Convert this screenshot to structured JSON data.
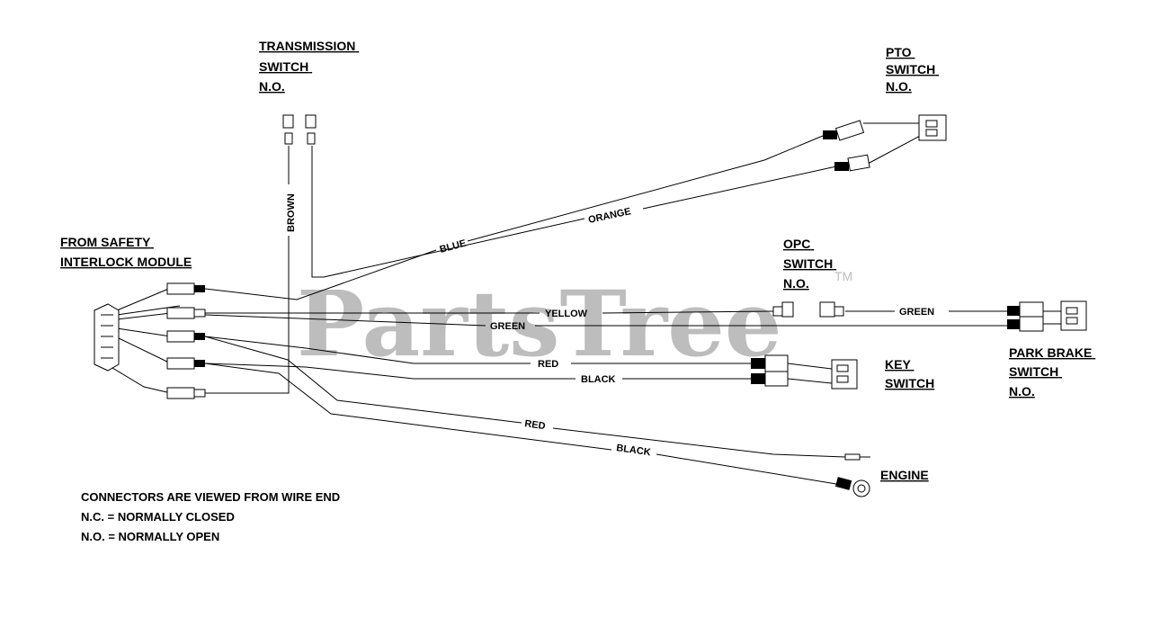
{
  "watermark": {
    "text": "PartsTree",
    "tm": "TM"
  },
  "components": {
    "transmission": [
      "TRANSMISSION",
      "SWITCH",
      "N.O."
    ],
    "pto": [
      "PTO",
      "SWITCH",
      "N.O."
    ],
    "safety_module": [
      "FROM SAFETY",
      "INTERLOCK MODULE"
    ],
    "opc": [
      "OPC",
      "SWITCH",
      "N.O."
    ],
    "park_brake": [
      "PARK BRAKE",
      "SWITCH",
      "N.O."
    ],
    "key": [
      "KEY",
      "SWITCH"
    ],
    "engine": [
      "ENGINE"
    ]
  },
  "wires": {
    "brown": "BROWN",
    "blue": "BLUE",
    "orange": "ORANGE",
    "yellow": "YELLOW",
    "green1": "GREEN",
    "green2": "GREEN",
    "red1": "RED",
    "black1": "BLACK",
    "red2": "RED",
    "black2": "BLACK"
  },
  "notes": [
    "CONNECTORS ARE VIEWED FROM WIRE END",
    "N.C. = NORMALLY CLOSED",
    "N.O. = NORMALLY OPEN"
  ]
}
